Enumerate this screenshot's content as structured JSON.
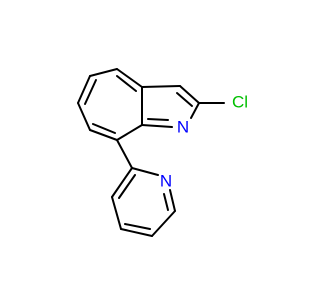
{
  "molecule": {
    "atoms": {
      "chlorine": {
        "symbol": "Cl"
      },
      "azulene_nitrogen": {
        "symbol": "N"
      },
      "pyridine_nitrogen": {
        "symbol": "N"
      }
    }
  },
  "colors": {
    "bond": "#000000",
    "nitrogen": "#0000ff",
    "chlorine": "#00bf00",
    "background": "#ffffff"
  }
}
